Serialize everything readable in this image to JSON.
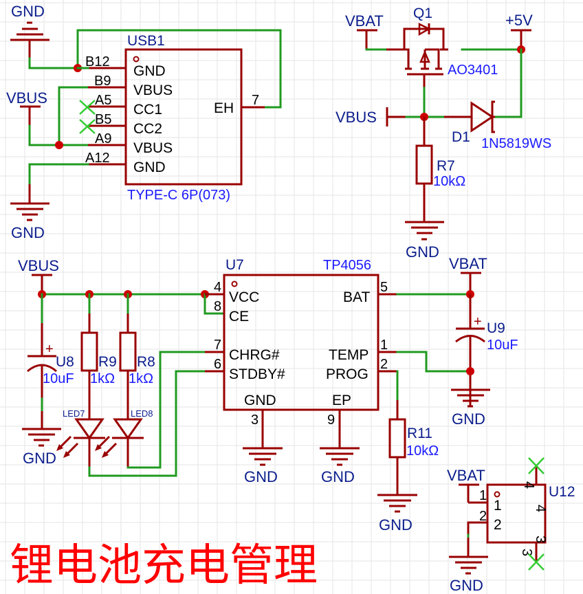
{
  "title": "锂电池充电管理",
  "nets": {
    "gnd": "GND",
    "vbus": "VBUS",
    "vbat": "VBAT",
    "plus5v": "+5V"
  },
  "usb1": {
    "ref": "USB1",
    "value": "TYPE-C 6P(073)",
    "pins": [
      {
        "num": "B12",
        "name": "GND"
      },
      {
        "num": "B9",
        "name": "VBUS"
      },
      {
        "num": "A5",
        "name": "CC1"
      },
      {
        "num": "B5",
        "name": "CC2"
      },
      {
        "num": "A9",
        "name": "VBUS"
      },
      {
        "num": "A12",
        "name": "GND"
      },
      {
        "num": "7",
        "name": "EH"
      }
    ]
  },
  "q1": {
    "ref": "Q1",
    "value": "AO3401"
  },
  "d1": {
    "ref": "D1",
    "value": "1N5819WS"
  },
  "r7": {
    "ref": "R7",
    "value": "10kΩ"
  },
  "u7": {
    "ref": "U7",
    "value": "TP4056",
    "pins": [
      {
        "num": "4",
        "name": "VCC"
      },
      {
        "num": "8",
        "name": "CE"
      },
      {
        "num": "7",
        "name": "CHRG#"
      },
      {
        "num": "6",
        "name": "STDBY#"
      },
      {
        "num": "5",
        "name": "BAT"
      },
      {
        "num": "1",
        "name": "TEMP"
      },
      {
        "num": "2",
        "name": "PROG"
      },
      {
        "num": "3",
        "name": "GND"
      },
      {
        "num": "9",
        "name": "EP"
      }
    ]
  },
  "u8": {
    "ref": "U8",
    "value": "10uF"
  },
  "u9": {
    "ref": "U9",
    "value": "10uF"
  },
  "r9": {
    "ref": "R9",
    "value": "1kΩ"
  },
  "r8": {
    "ref": "R8",
    "value": "1kΩ"
  },
  "r11": {
    "ref": "R11",
    "value": "10kΩ"
  },
  "led7": {
    "ref": "LED7"
  },
  "led8": {
    "ref": "LED8"
  },
  "u12": {
    "ref": "U12",
    "pins": [
      {
        "num": "1",
        "name": "1"
      },
      {
        "num": "2",
        "name": "2"
      },
      {
        "num": "4",
        "name": "4"
      },
      {
        "num": "3",
        "name": "3"
      }
    ]
  },
  "colors": {
    "wire": "#1f9a1f",
    "component": "#990000",
    "junction": "#cc0000",
    "net_label": "#0b1d8c",
    "value_label": "#1a1aff",
    "title": "#ff0000",
    "no_connect": "#33cc33"
  }
}
